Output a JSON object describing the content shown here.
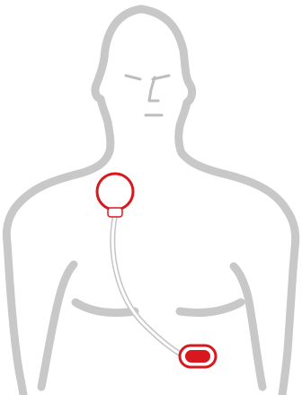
{
  "diagram": {
    "subject": "human-torso-outline",
    "components": [
      {
        "name": "chest-pad",
        "shape": "circle"
      },
      {
        "name": "lead-wire",
        "shape": "curve"
      },
      {
        "name": "abdomen-device",
        "shape": "rounded-rect"
      }
    ]
  },
  "colors": {
    "background": "#ffffff",
    "body_outline": "#c8c8c8",
    "face_lines": "#bdbdbd",
    "device_red": "#d7191f",
    "device_fill": "#ffffff",
    "wire": "#c4c4c4"
  }
}
